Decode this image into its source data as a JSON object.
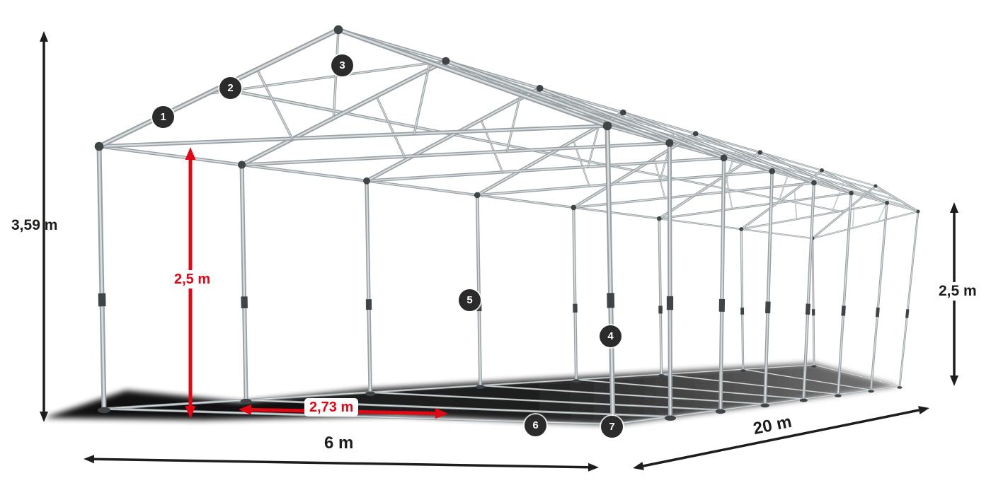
{
  "diagram": {
    "subject": "tent-frame-construction-diagram",
    "colors": {
      "accent_red": "#e30613",
      "dim_black": "#1d1d1b",
      "tube_base": "#9aa1a4",
      "tube_highlight": "#d8dcde",
      "joint_dark": "#3f4447",
      "marker_bg": "#2b2b2b",
      "shadow": "#000000"
    }
  },
  "dimensions": {
    "total_height": {
      "label": "3,59 m"
    },
    "side_height_left": {
      "label": "2,5 m"
    },
    "bay_spacing": {
      "label": "2,73 m"
    },
    "width": {
      "label": "6 m"
    },
    "length": {
      "label": "20 m"
    },
    "side_height_right": {
      "label": "2,5 m"
    }
  },
  "markers": [
    {
      "label": "1"
    },
    {
      "label": "2"
    },
    {
      "label": "3"
    },
    {
      "label": "4"
    },
    {
      "label": "5"
    },
    {
      "label": "6"
    },
    {
      "label": "7"
    }
  ]
}
